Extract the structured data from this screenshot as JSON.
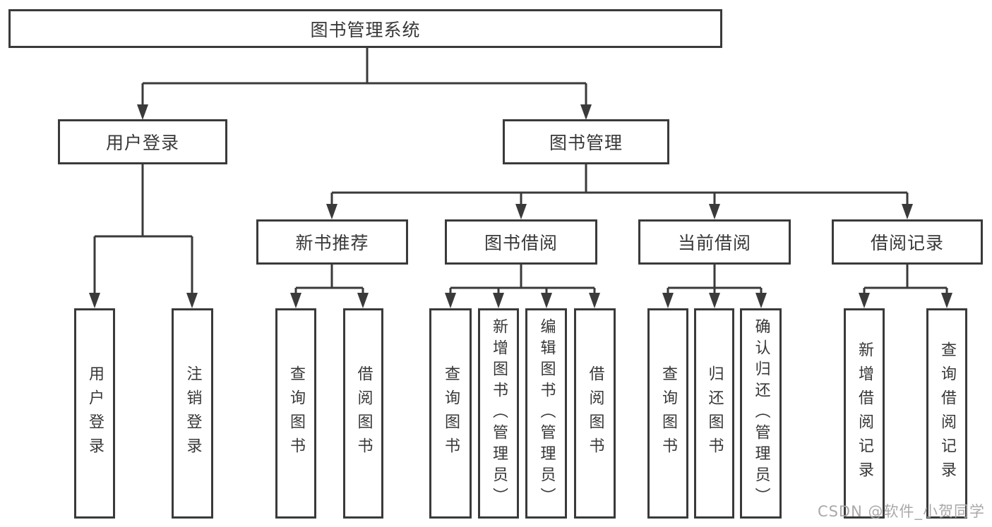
{
  "diagram_type": "tree",
  "nodes": {
    "root": "图书管理系统",
    "user_login": "用户登录",
    "book_mgmt": "图书管理",
    "new_book_rec": "新书推荐",
    "book_borrow": "图书借阅",
    "current_borrow": "当前借阅",
    "borrow_record": "借阅记录",
    "leaf_user_login": "用户登录",
    "leaf_logout": "注销登录",
    "rec_query_books": "查询图书",
    "rec_borrow_books": "借阅图书",
    "bor_query_books": "查询图书",
    "bor_add_books_admin": "新增图书（管理员）",
    "bor_edit_books_admin": "编辑图书（管理员）",
    "bor_borrow_books": "借阅图书",
    "cur_query_books": "查询图书",
    "cur_return_books": "归还图书",
    "cur_confirm_return_admin": "确认归还（管理员）",
    "recd_add_record": "新增借阅记录",
    "recd_query_record": "查询借阅记录"
  },
  "structure": {
    "图书管理系统": {
      "用户登录": [
        "用户登录",
        "注销登录"
      ],
      "图书管理": {
        "新书推荐": [
          "查询图书",
          "借阅图书"
        ],
        "图书借阅": [
          "查询图书",
          "新增图书（管理员）",
          "编辑图书（管理员）",
          "借阅图书"
        ],
        "当前借阅": [
          "查询图书",
          "归还图书",
          "确认归还（管理员）"
        ],
        "借阅记录": [
          "新增借阅记录",
          "查询借阅记录"
        ]
      }
    }
  },
  "watermark": "CSDN @软件_小贺同学",
  "colors": {
    "line": "#3a3a3a",
    "box_border": "#3a3a3a",
    "text": "#383838",
    "watermark": "#a9a9a9",
    "background": "#ffffff"
  }
}
